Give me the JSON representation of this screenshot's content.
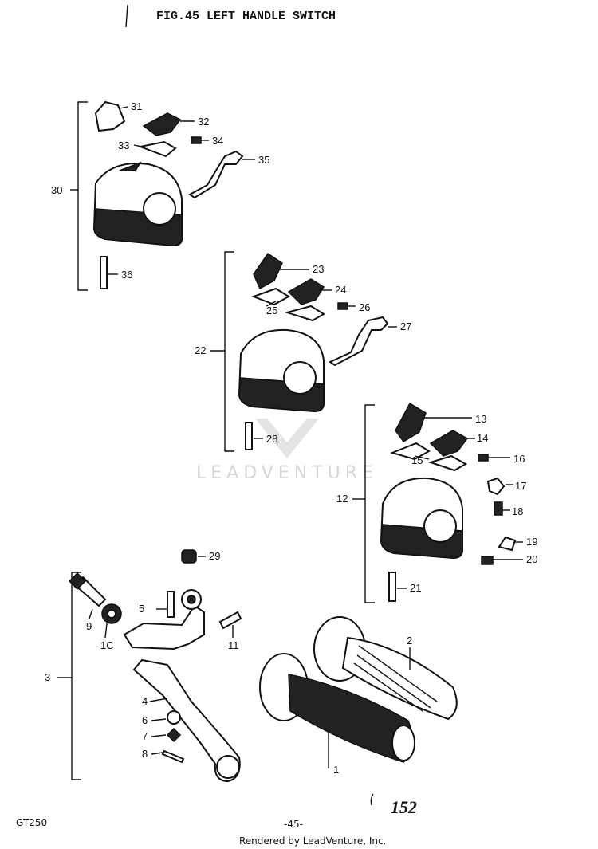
{
  "header": {
    "title": "FIG.45  LEFT HANDLE SWITCH"
  },
  "watermark": "LEADVENTURE",
  "callouts": [
    {
      "id": "c1",
      "label": "1"
    },
    {
      "id": "c2",
      "label": "2"
    },
    {
      "id": "c3",
      "label": "3"
    },
    {
      "id": "c4",
      "label": "4"
    },
    {
      "id": "c5",
      "label": "5"
    },
    {
      "id": "c6",
      "label": "6"
    },
    {
      "id": "c7",
      "label": "7"
    },
    {
      "id": "c8",
      "label": "8"
    },
    {
      "id": "c9",
      "label": "9"
    },
    {
      "id": "c10",
      "label": "1C"
    },
    {
      "id": "c11",
      "label": "11"
    },
    {
      "id": "c12",
      "label": "12"
    },
    {
      "id": "c13",
      "label": "13"
    },
    {
      "id": "c14",
      "label": "14"
    },
    {
      "id": "c15",
      "label": "15"
    },
    {
      "id": "c16",
      "label": "16"
    },
    {
      "id": "c17",
      "label": "17"
    },
    {
      "id": "c18",
      "label": "18"
    },
    {
      "id": "c19",
      "label": "19"
    },
    {
      "id": "c20",
      "label": "20"
    },
    {
      "id": "c21",
      "label": "21"
    },
    {
      "id": "c22",
      "label": "22"
    },
    {
      "id": "c23",
      "label": "23"
    },
    {
      "id": "c24",
      "label": "24"
    },
    {
      "id": "c25",
      "label": "25"
    },
    {
      "id": "c26",
      "label": "26"
    },
    {
      "id": "c27",
      "label": "27"
    },
    {
      "id": "c28",
      "label": "28"
    },
    {
      "id": "c29",
      "label": "29"
    },
    {
      "id": "c30",
      "label": "30"
    },
    {
      "id": "c31",
      "label": "31"
    },
    {
      "id": "c32",
      "label": "32"
    },
    {
      "id": "c33",
      "label": "33"
    },
    {
      "id": "c34",
      "label": "34"
    },
    {
      "id": "c35",
      "label": "35"
    },
    {
      "id": "c36",
      "label": "36"
    }
  ],
  "footer": {
    "model": "GT250",
    "page": "-45-",
    "page_ref": "152",
    "credit": "Rendered by LeadVenture, Inc."
  }
}
